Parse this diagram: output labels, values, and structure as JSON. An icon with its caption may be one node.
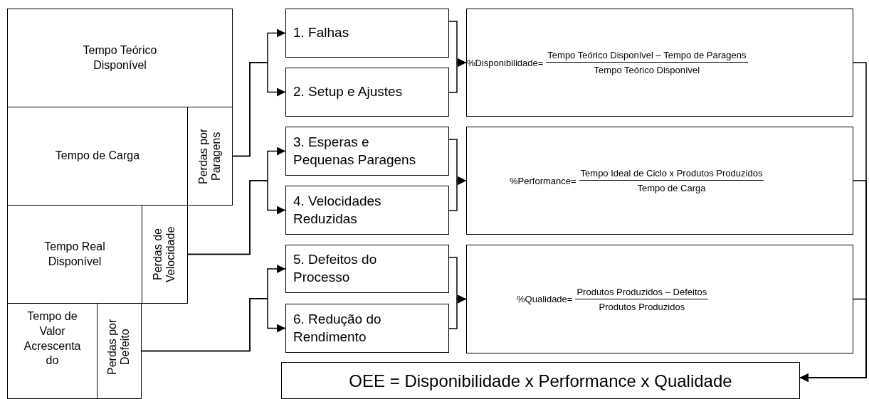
{
  "diagram": {
    "nodes": [
      {
        "text": [
          "Tempo Teórico Disponível"
        ]
      },
      {
        "text": [
          "Tempo de Carga"
        ]
      },
      {
        "text": [
          "Perdas por Paragens"
        ]
      },
      {
        "text": [
          "Tempo Real Disponível"
        ]
      },
      {
        "text": [
          "Perdas de Velocidade"
        ]
      },
      {
        "text": [
          "Tempo de Valor Acrescenta do"
        ]
      },
      {
        "text": [
          "Perdas por Defeito"
        ]
      },
      {
        "text": [
          "1. Falhas"
        ]
      },
      {
        "text": [
          "2. Setup e Ajustes"
        ]
      },
      {
        "text": [
          "3. Esperas e Pequenas Paragens"
        ]
      },
      {
        "text": [
          "4. Velocidades Reduzidas"
        ]
      },
      {
        "text": [
          "5. Defeitos do Processo"
        ]
      },
      {
        "text": [
          "6. Redução do Rendimento"
        ]
      },
      {
        "text": [
          "%Disponibilidade=",
          "Tempo Teórico Disponível – Tempo de Paragens",
          "Tempo Teórico Disponível"
        ]
      },
      {
        "text": [
          "%Performance=",
          "Tempo Ideal de Ciclo x Produtos Produzidos",
          "Tempo de Carga"
        ]
      },
      {
        "text": [
          "%Qualidade=",
          "Produtos Produzidos – Defeitos",
          "Produtos Produzidos"
        ]
      },
      {
        "text": [
          "OEE = Disponibilidade x Performance x Qualidade"
        ]
      }
    ],
    "edges": [
      {
        "from": 2,
        "to": 7,
        "arrow": "to"
      },
      {
        "from": 2,
        "to": 8,
        "arrow": "to"
      },
      {
        "from": 4,
        "to": 9,
        "arrow": "to"
      },
      {
        "from": 4,
        "to": 10,
        "arrow": "to"
      },
      {
        "from": 6,
        "to": 11,
        "arrow": "to"
      },
      {
        "from": 6,
        "to": 12,
        "arrow": "to"
      },
      {
        "from": 7,
        "to": 13,
        "arrow": "to"
      },
      {
        "from": 8,
        "to": 13,
        "arrow": "to"
      },
      {
        "from": 9,
        "to": 14,
        "arrow": "to"
      },
      {
        "from": 10,
        "to": 14,
        "arrow": "to"
      },
      {
        "from": 11,
        "to": 15,
        "arrow": "to"
      },
      {
        "from": 12,
        "to": 15,
        "arrow": "to"
      },
      {
        "from": 13,
        "to": 16,
        "arrow": "to"
      },
      {
        "from": 14,
        "to": 16,
        "arrow": "to"
      },
      {
        "from": 15,
        "to": 16,
        "arrow": "to"
      }
    ]
  }
}
